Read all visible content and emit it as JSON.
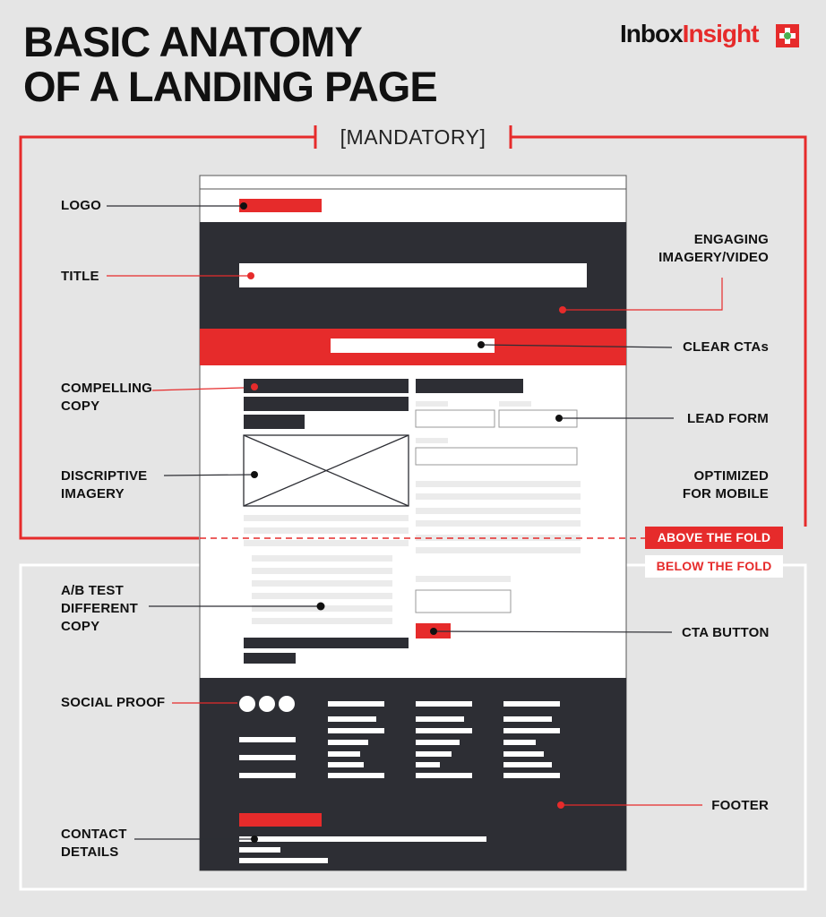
{
  "header": {
    "title_line1": "BASIC ANATOMY",
    "title_line2": "OF A LANDING PAGE",
    "brand_part1": "Inbox",
    "brand_part2": "Insight",
    "mandatory": "[MANDATORY]"
  },
  "labels": {
    "logo": "LOGO",
    "title": "TITLE",
    "compelling_copy": [
      "COMPELLING",
      "COPY"
    ],
    "descriptive_imagery": [
      "DISCRIPTIVE",
      "IMAGERY"
    ],
    "ab_test": [
      "A/B TEST",
      "DIFFERENT",
      "COPY"
    ],
    "social_proof": "SOCIAL PROOF",
    "contact_details": [
      "CONTACT",
      "DETAILS"
    ],
    "engaging_imagery": [
      "ENGAGING",
      "IMAGERY/VIDEO"
    ],
    "clear_ctas": "CLEAR CTAs",
    "lead_form": "LEAD FORM",
    "optimized_mobile": [
      "OPTIMIZED",
      "FOR MOBILE"
    ],
    "cta_button": "CTA BUTTON",
    "footer": "FOOTER"
  },
  "fold": {
    "above": "ABOVE THE FOLD",
    "below": "BELOW THE FOLD"
  },
  "colors": {
    "accent": "#e62b2b",
    "dark": "#2d2e34",
    "background": "#e5e5e5",
    "placeholder": "#ebebeb"
  }
}
